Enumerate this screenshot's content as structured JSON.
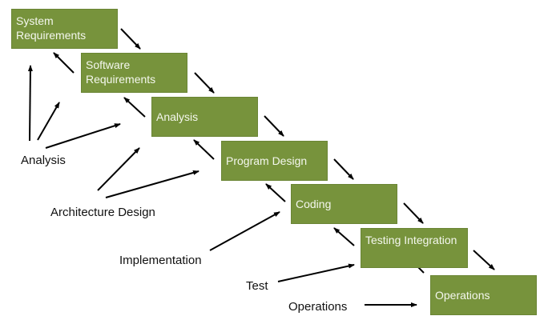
{
  "phases": [
    {
      "label": "System Requirements"
    },
    {
      "label": "Software Requirements"
    },
    {
      "label": "Analysis"
    },
    {
      "label": "Program Design"
    },
    {
      "label": "Coding"
    },
    {
      "label": "Testing Integration"
    },
    {
      "label": "Operations"
    }
  ],
  "activities": [
    {
      "label": "Analysis"
    },
    {
      "label": "Architecture Design"
    },
    {
      "label": "Implementation"
    },
    {
      "label": "Test"
    },
    {
      "label": "Operations"
    }
  ],
  "colors": {
    "box": "#77933c",
    "text": "#111111",
    "arrow": "#000000"
  }
}
